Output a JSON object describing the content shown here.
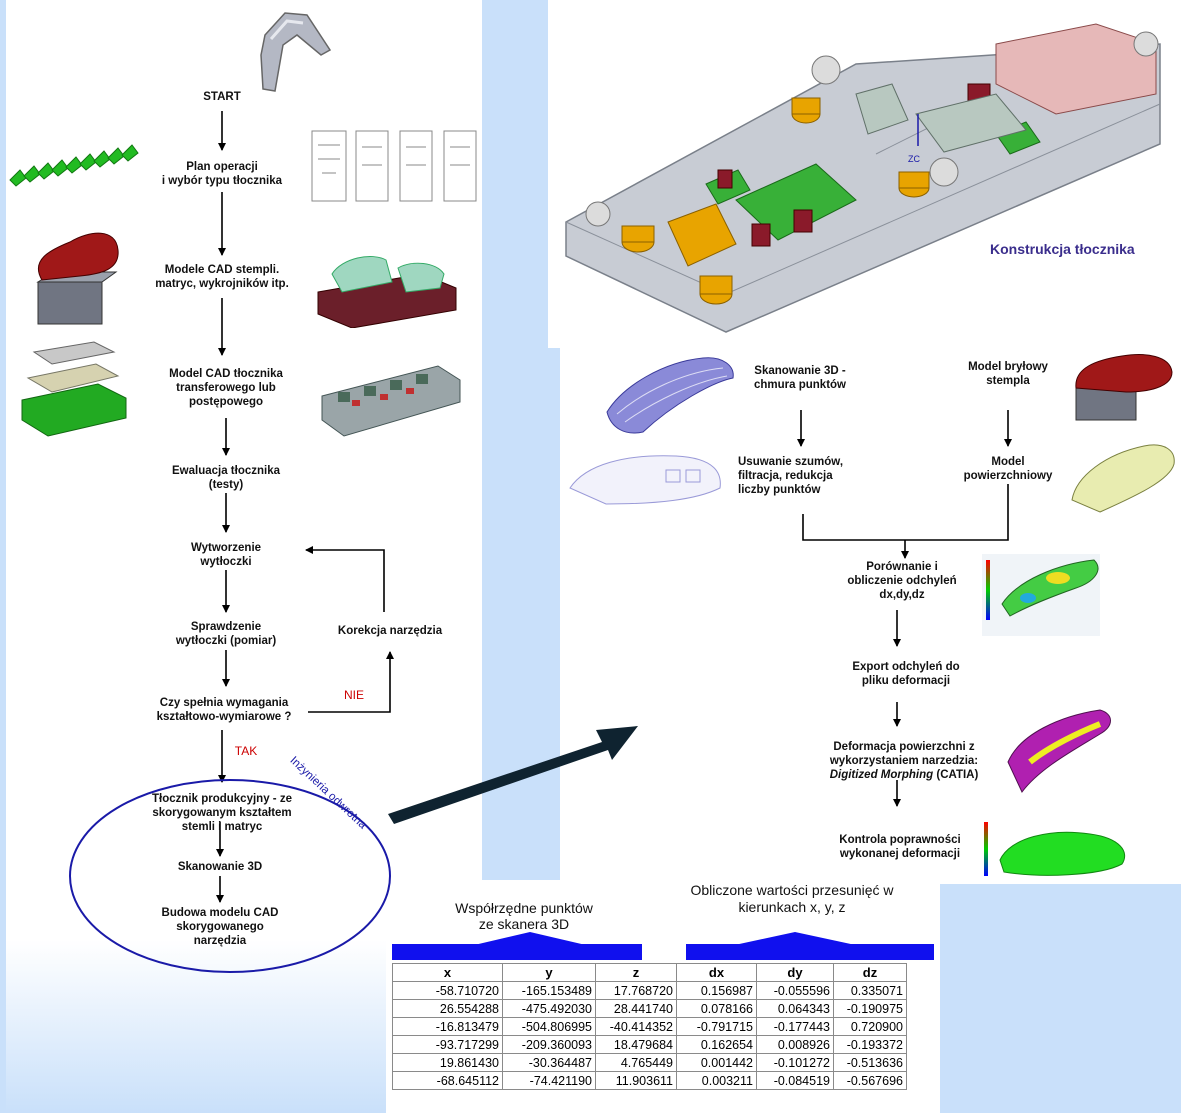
{
  "left_flow": {
    "start": "START",
    "plan": "Plan operacji\ni wybór typu tłocznika",
    "cad_punches": "Modele CAD stempli.\nmatryc, wykrojników itp.",
    "cad_die": "Model CAD tłocznika\ntransferowego lub\npostępowego",
    "evaluation": "Ewaluacja tłocznika\n(testy)",
    "production": "Wytworzenie\nwytłoczki",
    "check": "Sprawdzenie\nwytłoczki (pomiar)",
    "correction": "Korekcja narzędzia",
    "decision": "Czy spełnia wymagania\nkształtowo-wymiarowe ?",
    "no": "NIE",
    "yes": "TAK",
    "reverse_eng": "Inżynieria odwrotna",
    "prod_die": "Tłocznik produkcyjny - ze\nskorygowanym kształtem\nstemli i matryc",
    "scan": "Skanowanie 3D",
    "cad_build": "Budowa modelu CAD\nskorygowanego\nnarzędzia"
  },
  "top_right": {
    "caption": "Konstrukcja tłocznika",
    "axis_label": "ZC"
  },
  "right_flow": {
    "scan_cloud": "Skanowanie 3D  -\nchmura punktów",
    "solid_model": "Model bryłowy\nstempla",
    "noise": "Usuwanie szumów,\nfiltracja,  redukcja\nliczby punktów",
    "surface_model": "Model\npowierzchniowy",
    "compare": "Porównanie  i\nobliczenie odchyleń\ndx,dy,dz",
    "export": "Export odchyleń do\npliku deformacji",
    "deform_a": "Deformacja powierzchni z\nwykorzystaniem narzedzia:",
    "deform_b_italic": "Digitized Morphing",
    "deform_b_rest": " (CATIA)",
    "control": "Kontrola poprawności\nwykonanej deformacji"
  },
  "table": {
    "label_left": "Współrzędne punktów\nze skanera 3D",
    "label_right": "Obliczone wartości przesunięć w\nkierunkach x, y, z",
    "headers": [
      "x",
      "y",
      "z",
      "dx",
      "dy",
      "dz"
    ],
    "rows": [
      [
        "-58.710720",
        "-165.153489",
        "17.768720",
        "0.156987",
        "-0.055596",
        "0.335071"
      ],
      [
        "26.554288",
        "-475.492030",
        "28.441740",
        "0.078166",
        "0.064343",
        "-0.190975"
      ],
      [
        "-16.813479",
        "-504.806995",
        "-40.414352",
        "-0.791715",
        "-0.177443",
        "0.720900"
      ],
      [
        "-93.717299",
        "-209.360093",
        "18.479684",
        "0.162654",
        "0.008926",
        "-0.193372"
      ],
      [
        "19.861430",
        "-30.364487",
        "4.765449",
        "0.001442",
        "-0.101272",
        "-0.513636"
      ],
      [
        "-68.645112",
        "-74.421190",
        "11.903611",
        "0.003211",
        "-0.084519",
        "-0.567696"
      ]
    ]
  },
  "colors": {
    "frame": "#3a2d7a",
    "light_blue": "#c9e0fa",
    "caption": "#3a2d8c",
    "red": "#cc0000",
    "circle": "#1a1aa8",
    "blue_bar": "#1010ee"
  }
}
